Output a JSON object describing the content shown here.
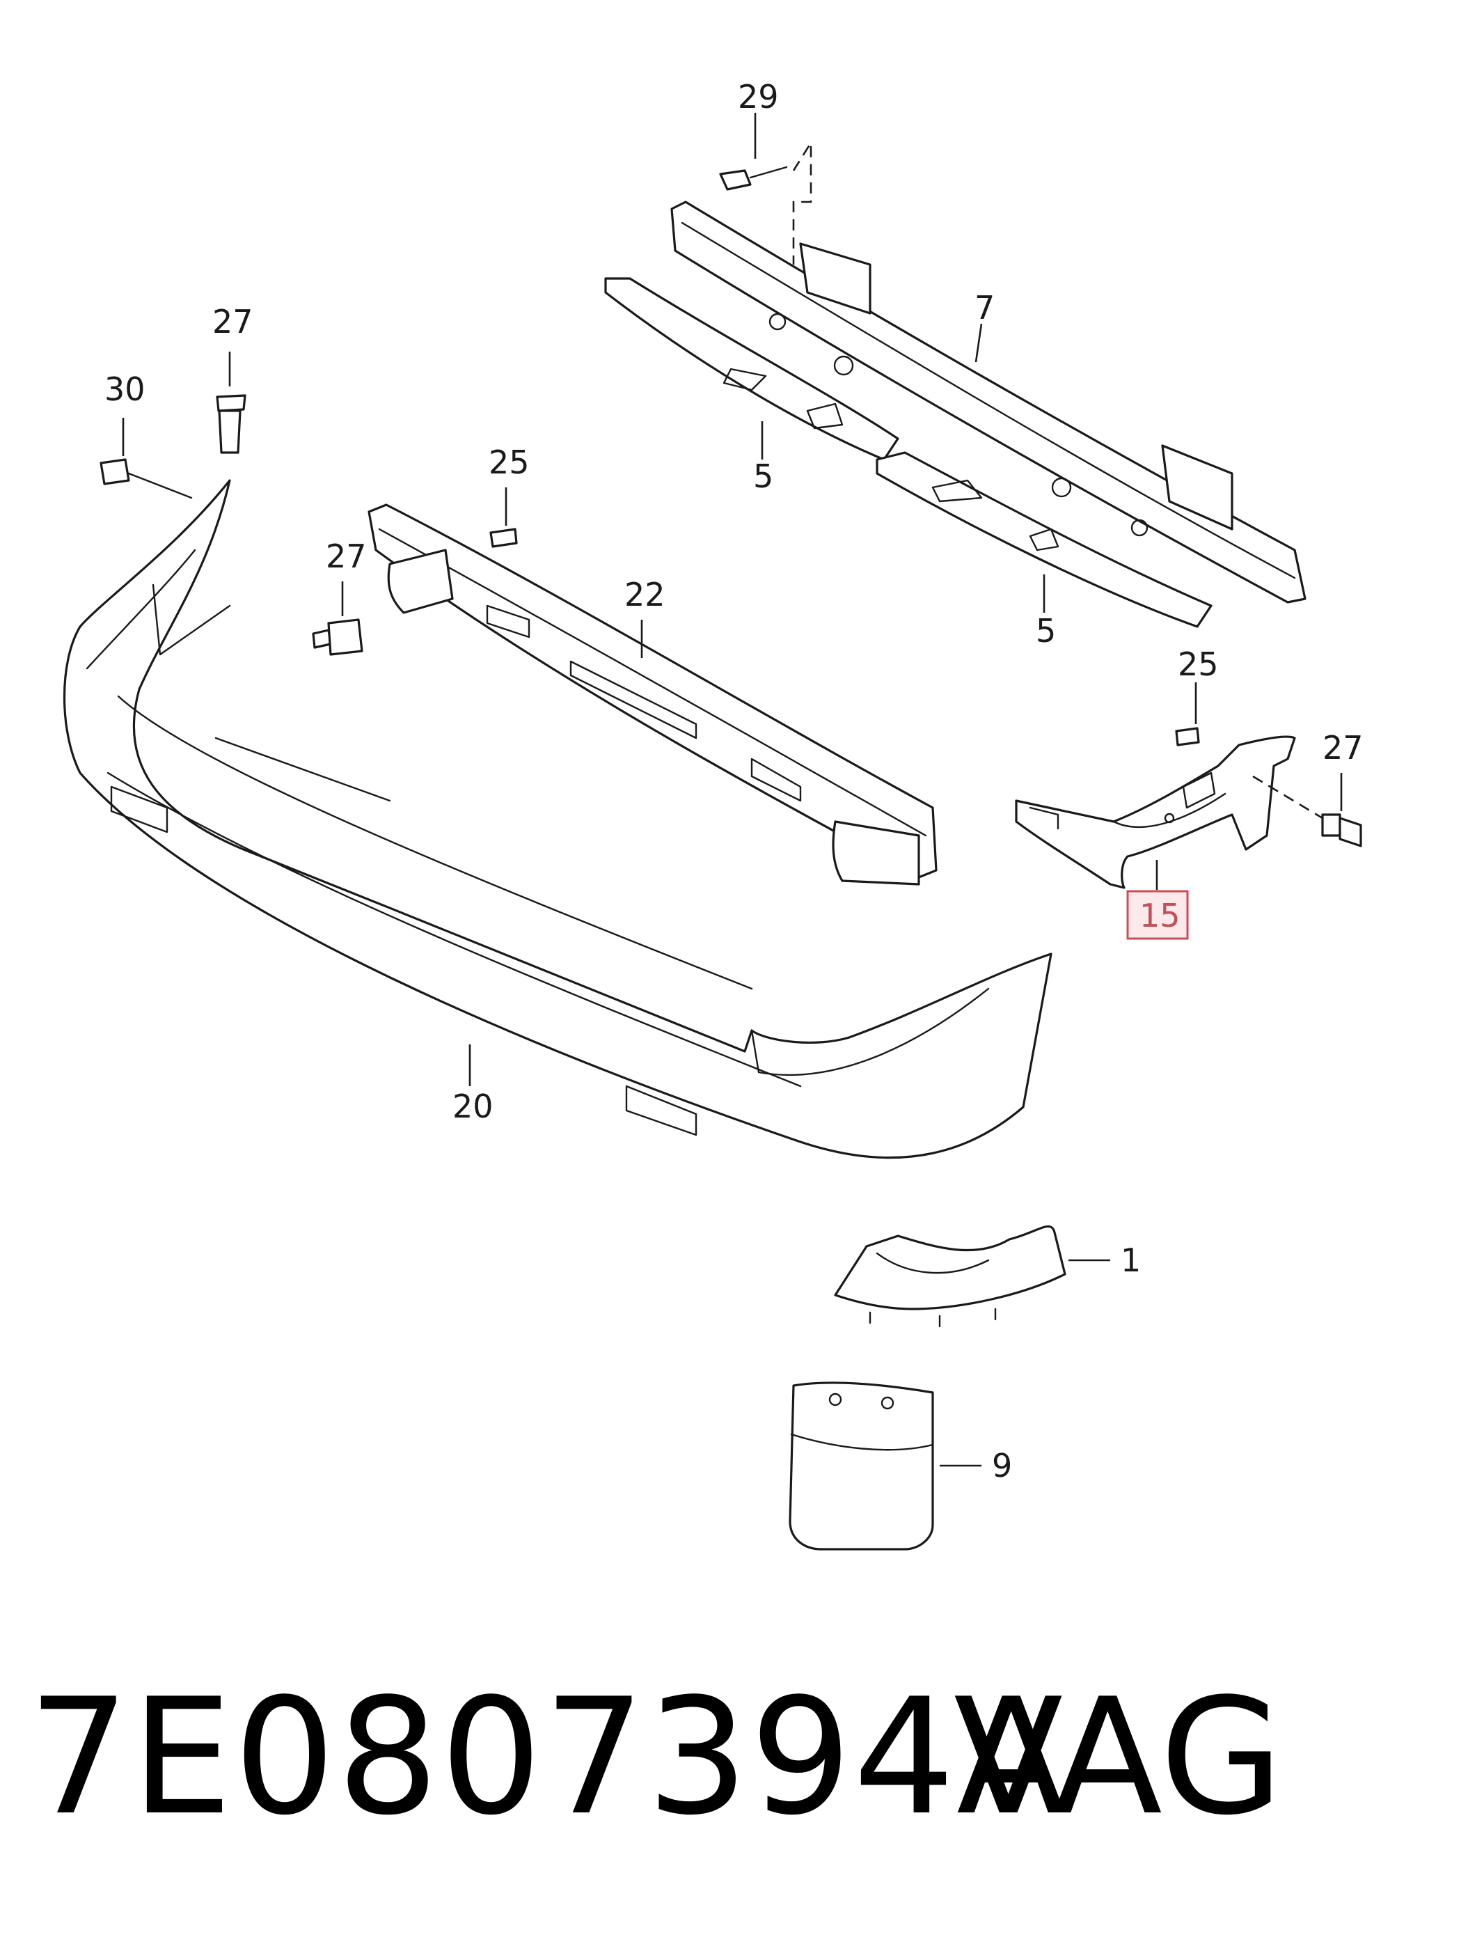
{
  "callouts": {
    "c29": "29",
    "c7": "7",
    "c27a": "27",
    "c30": "30",
    "c5a": "5",
    "c25a": "25",
    "c27b": "27",
    "c22": "22",
    "c5b": "5",
    "c25b": "25",
    "c27c": "27",
    "c15": "15",
    "c20": "20",
    "c1": "1",
    "c9": "9"
  },
  "highlight": {
    "callout": "15",
    "color": "#d04a58",
    "fill": "#fde8ea"
  },
  "footer": {
    "part_number": "7E0807394A",
    "brand": "VAG"
  }
}
